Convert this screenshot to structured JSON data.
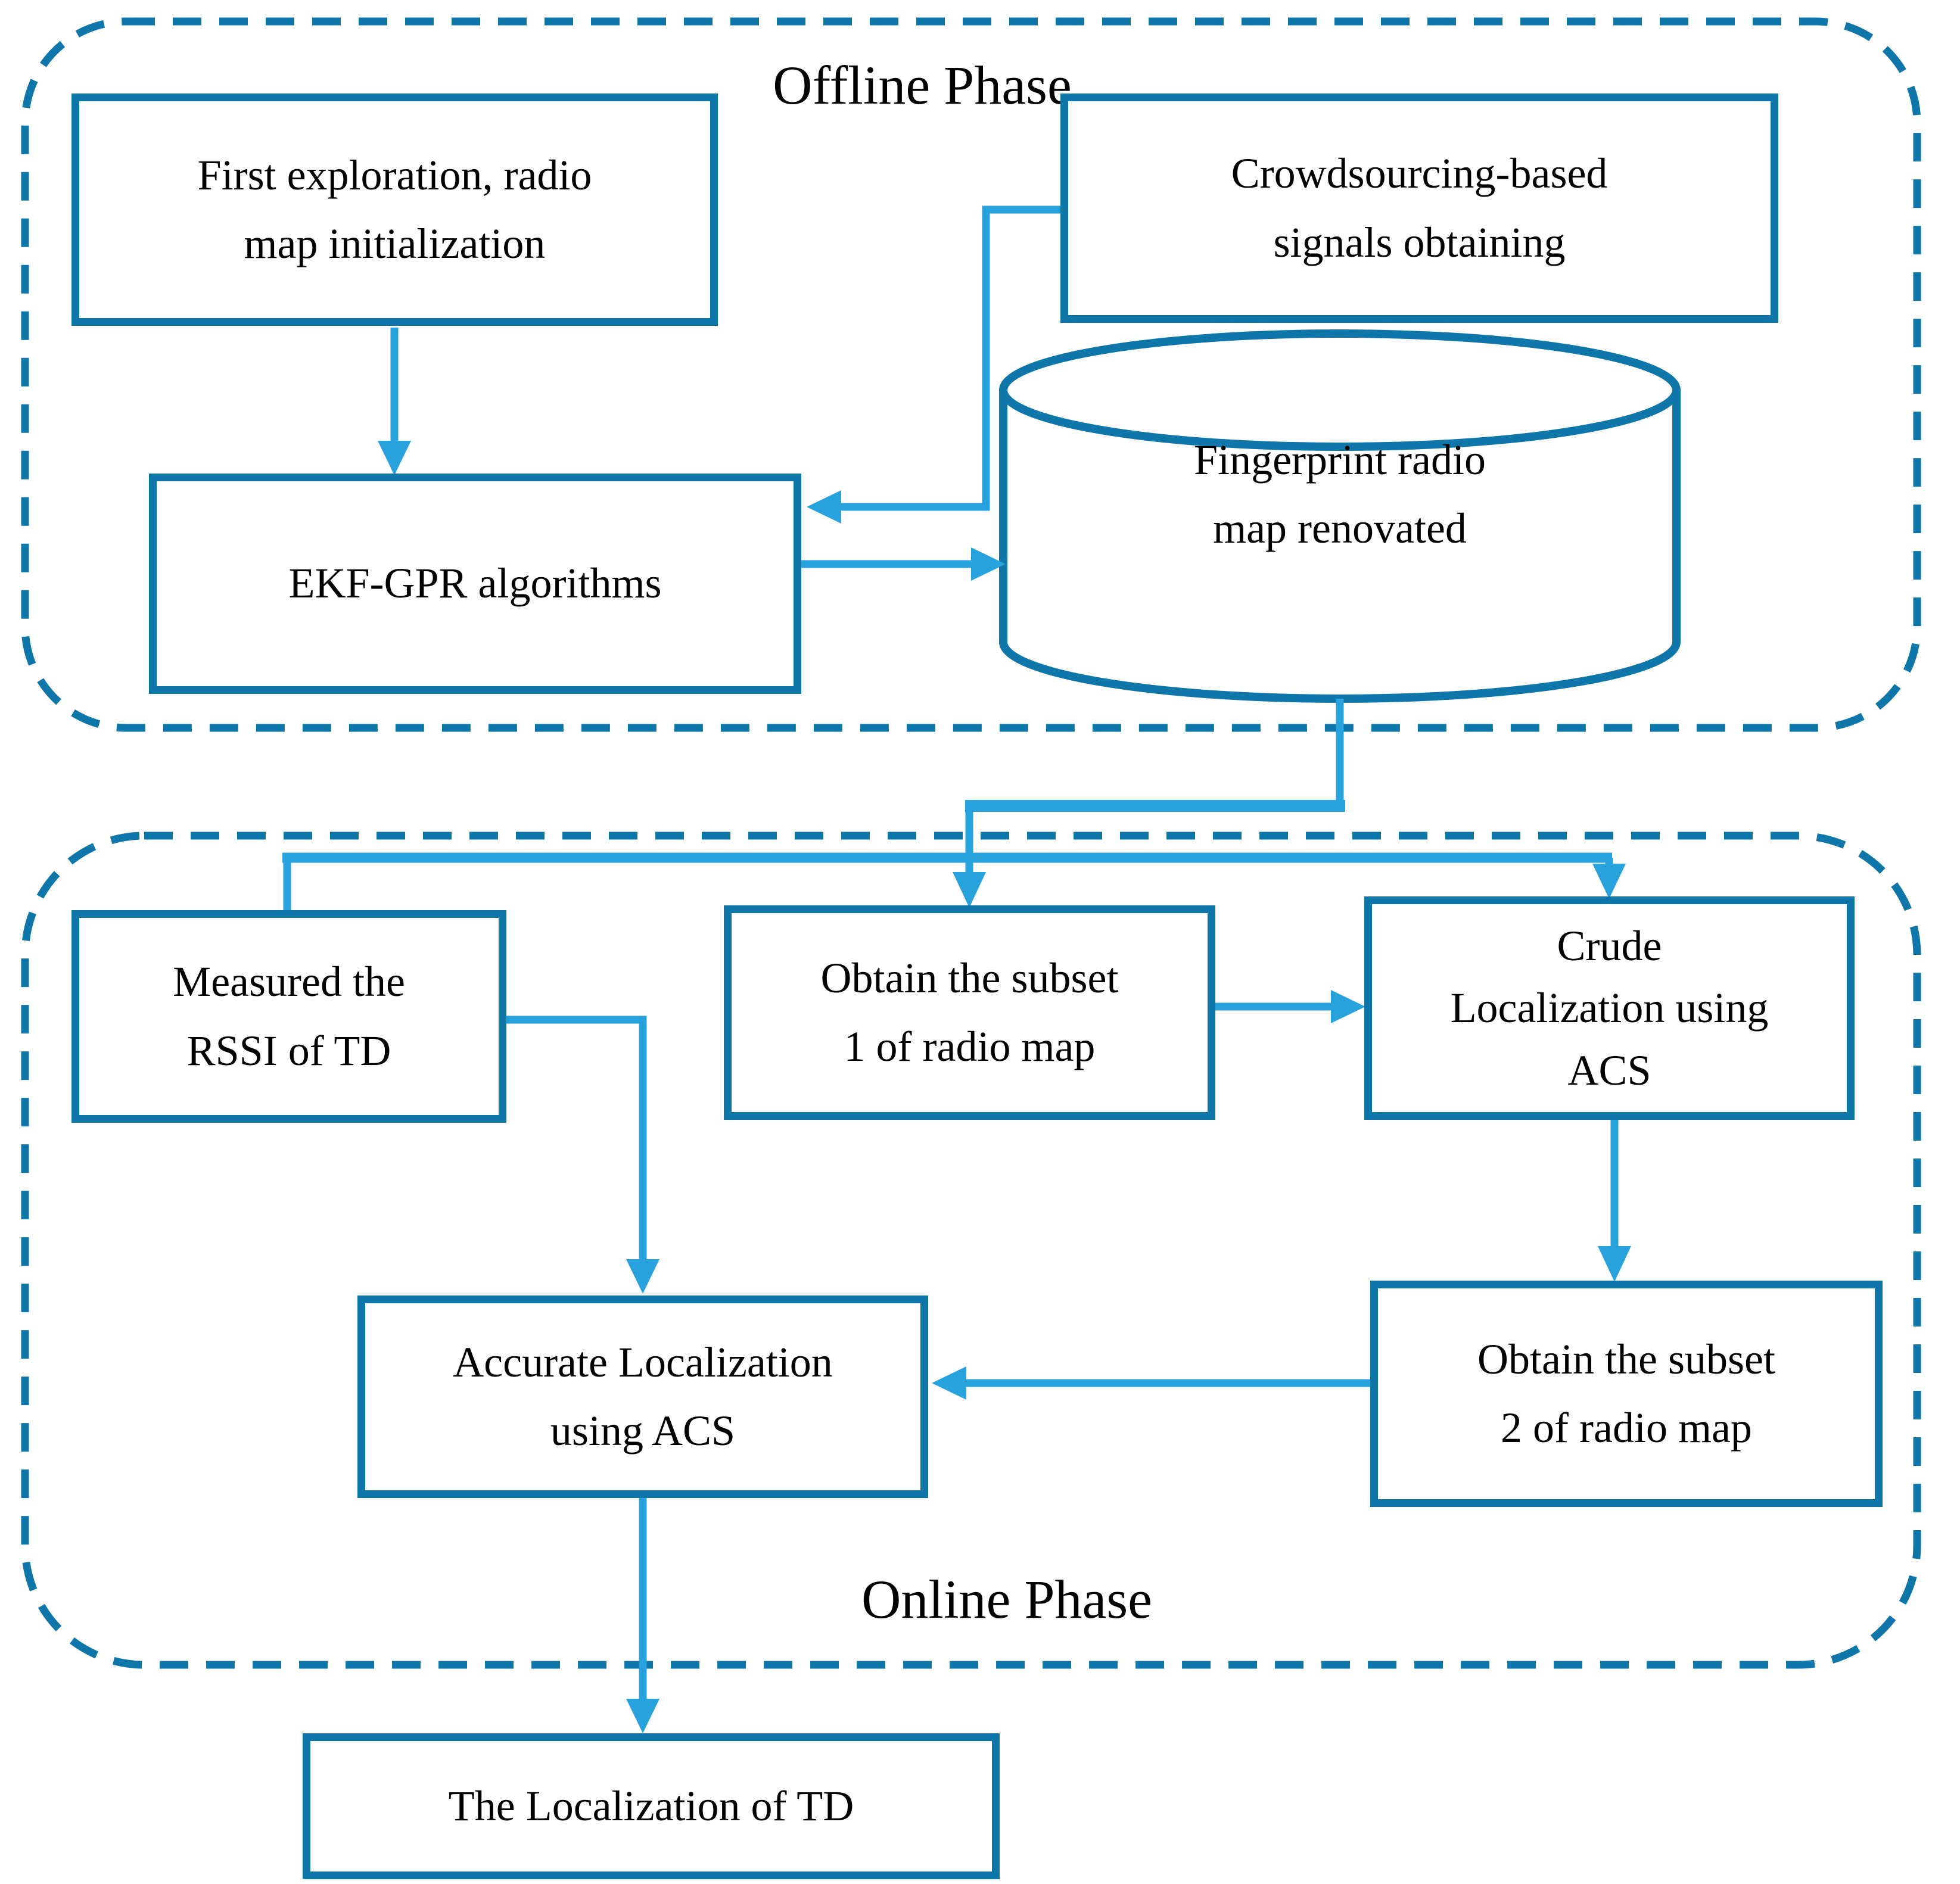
{
  "diagram_title": "EKF-GPR crowdsourcing fingerprint localization flowchart",
  "colors": {
    "shape_border": "#0E76A8",
    "arrow": "#28A2DC",
    "text": "#000000",
    "background": "#FFFFFF"
  },
  "offline_phase": {
    "label": "Offline Phase",
    "nodes": {
      "first_exploration": {
        "label": "First exploration, radio\nmap initialization",
        "shape": "rect"
      },
      "crowdsourcing": {
        "label": "Crowdsourcing-based\nsignals obtaining",
        "shape": "rect"
      },
      "ekf_gpr": {
        "label": "EKF-GPR algorithms",
        "shape": "rect"
      },
      "fingerprint_map": {
        "label": "Fingerprint radio\nmap renovated",
        "shape": "cylinder"
      }
    }
  },
  "online_phase": {
    "label": "Online Phase",
    "nodes": {
      "measured_rssi": {
        "label": "Measured the\nRSSI of TD",
        "shape": "rect"
      },
      "subset1": {
        "label": "Obtain the subset\n1 of radio map",
        "shape": "rect"
      },
      "crude_localization": {
        "label": "Crude\nLocalization using\nACS",
        "shape": "rect"
      },
      "subset2": {
        "label": "Obtain the subset\n2 of radio map",
        "shape": "rect"
      },
      "accurate_localization": {
        "label": "Accurate Localization\nusing ACS",
        "shape": "rect"
      }
    }
  },
  "result_node": {
    "label": "The Localization of TD",
    "shape": "rect"
  },
  "edges": [
    {
      "from": "first_exploration",
      "to": "ekf_gpr"
    },
    {
      "from": "crowdsourcing",
      "to": "ekf_gpr"
    },
    {
      "from": "ekf_gpr",
      "to": "fingerprint_map"
    },
    {
      "from": "fingerprint_map",
      "to": "measured_rssi"
    },
    {
      "from": "fingerprint_map",
      "to": "subset1"
    },
    {
      "from": "fingerprint_map",
      "to": "crude_localization"
    },
    {
      "from": "measured_rssi",
      "to": "accurate_localization"
    },
    {
      "from": "subset1",
      "to": "crude_localization"
    },
    {
      "from": "crude_localization",
      "to": "subset2"
    },
    {
      "from": "subset2",
      "to": "accurate_localization"
    },
    {
      "from": "accurate_localization",
      "to": "result_node"
    }
  ]
}
